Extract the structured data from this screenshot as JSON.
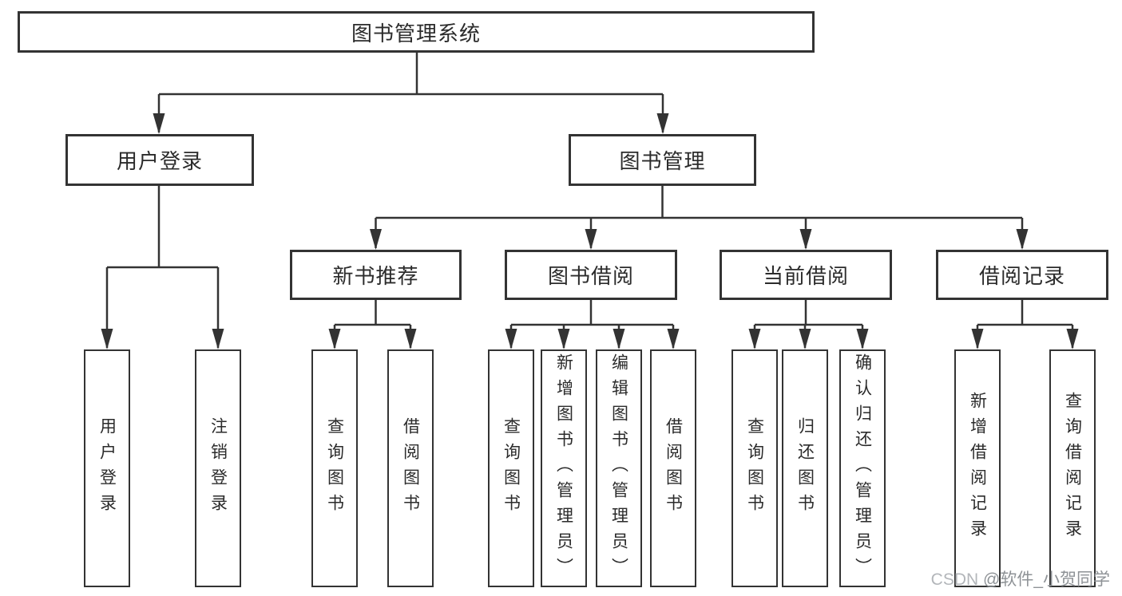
{
  "tree": {
    "label": "图书管理系统",
    "children": [
      {
        "label": "用户登录",
        "children": [
          {
            "label": "用户登录"
          },
          {
            "label": "注销登录"
          }
        ]
      },
      {
        "label": "图书管理",
        "children": [
          {
            "label": "新书推荐",
            "children": [
              {
                "label": "查询图书"
              },
              {
                "label": "借阅图书"
              }
            ]
          },
          {
            "label": "图书借阅",
            "children": [
              {
                "label": "查询图书"
              },
              {
                "label": "新增图书（管理员）"
              },
              {
                "label": "编辑图书（管理员）"
              },
              {
                "label": "借阅图书"
              }
            ]
          },
          {
            "label": "当前借阅",
            "children": [
              {
                "label": "查询图书"
              },
              {
                "label": "归还图书"
              },
              {
                "label": "确认归还（管理员）"
              }
            ]
          },
          {
            "label": "借阅记录",
            "children": [
              {
                "label": "新增借阅记录"
              },
              {
                "label": "查询借阅记录"
              }
            ]
          }
        ]
      }
    ]
  },
  "watermark": {
    "prefix": "CSDN ",
    "author": "@软件_小贺同学"
  },
  "colors": {
    "line": "#333333",
    "text": "#2b2b2b",
    "wm-a": "#b3b6ba",
    "wm-b": "#8e9296"
  }
}
